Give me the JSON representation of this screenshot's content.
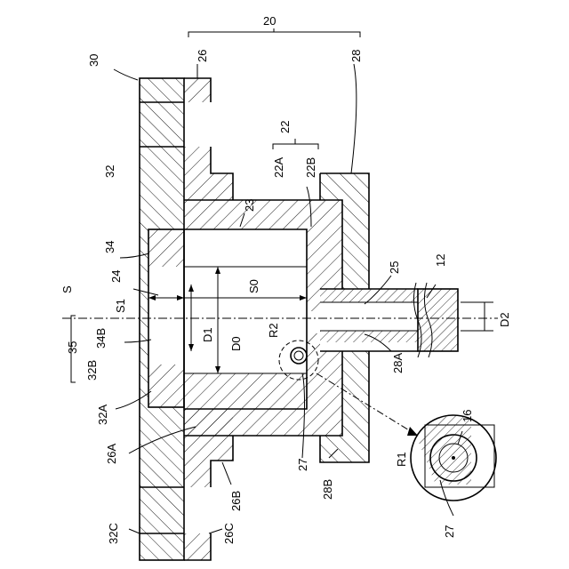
{
  "labels": {
    "l20": "20",
    "l30": "30",
    "l26": "26",
    "l28": "28",
    "l22": "22",
    "l22A": "22A",
    "l22B": "22B",
    "l23": "23",
    "l32": "32",
    "l34": "34",
    "l24": "24",
    "l25": "25",
    "l12": "12",
    "lS": "S",
    "lS1": "S1",
    "lS0": "S0",
    "lD1": "D1",
    "lD0": "D0",
    "lR2": "R2",
    "lD2": "D2",
    "l35": "35",
    "l34B": "34B",
    "l32B": "32B",
    "l28A": "28A",
    "l32A": "32A",
    "l26A": "26A",
    "l27a": "27",
    "l28B": "28B",
    "l26B": "26B",
    "l32C": "32C",
    "l26C": "26C",
    "l16": "16",
    "lR1": "R1",
    "l27b": "27"
  },
  "colors": {
    "line": "#000000",
    "background": "#ffffff"
  }
}
